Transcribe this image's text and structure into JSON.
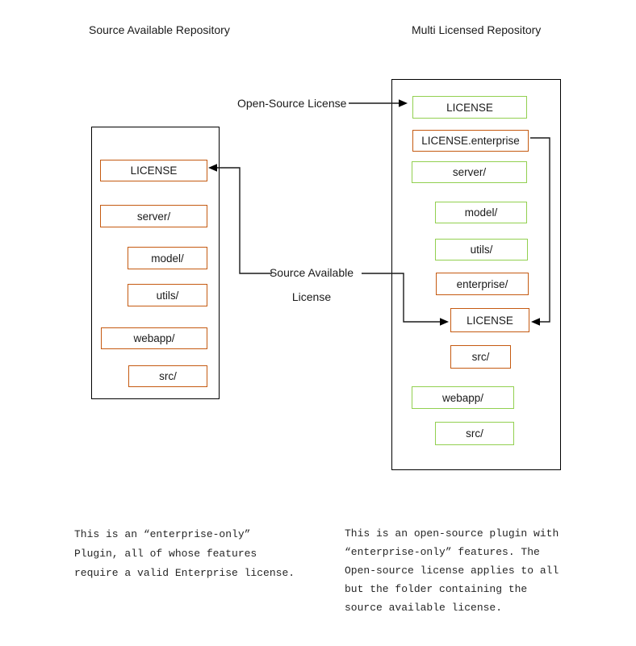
{
  "titles": {
    "left": "Source Available Repository",
    "right": "Multi Licensed Repository"
  },
  "arrow_labels": {
    "open_source": "Open-Source License",
    "source_available": "Source Available\nLicense"
  },
  "left_repo": {
    "items": [
      {
        "label": "LICENSE",
        "license": "enterprise"
      },
      {
        "label": "server/",
        "license": "enterprise"
      },
      {
        "label": "model/",
        "license": "enterprise"
      },
      {
        "label": "utils/",
        "license": "enterprise"
      },
      {
        "label": "webapp/",
        "license": "enterprise"
      },
      {
        "label": "src/",
        "license": "enterprise"
      }
    ]
  },
  "right_repo": {
    "items": [
      {
        "label": "LICENSE",
        "license": "open-source"
      },
      {
        "label": "LICENSE.enterprise",
        "license": "enterprise"
      },
      {
        "label": "server/",
        "license": "open-source"
      },
      {
        "label": "model/",
        "license": "open-source"
      },
      {
        "label": "utils/",
        "license": "open-source"
      },
      {
        "label": "enterprise/",
        "license": "enterprise"
      },
      {
        "label": "LICENSE",
        "license": "enterprise"
      },
      {
        "label": "src/",
        "license": "enterprise"
      },
      {
        "label": "webapp/",
        "license": "open-source"
      },
      {
        "label": "src/",
        "license": "open-source"
      }
    ]
  },
  "notes": {
    "left": "This is an “enterprise-only”\nPlugin, all of whose features\nrequire a valid Enterprise license.",
    "right": "This is an open-source plugin with\n“enterprise-only” features. The\nOpen-source license applies to all\nbut the folder containing the\nsource available license."
  },
  "colors": {
    "open_source_green": "#92d050",
    "enterprise_orange": "#c55a11"
  }
}
